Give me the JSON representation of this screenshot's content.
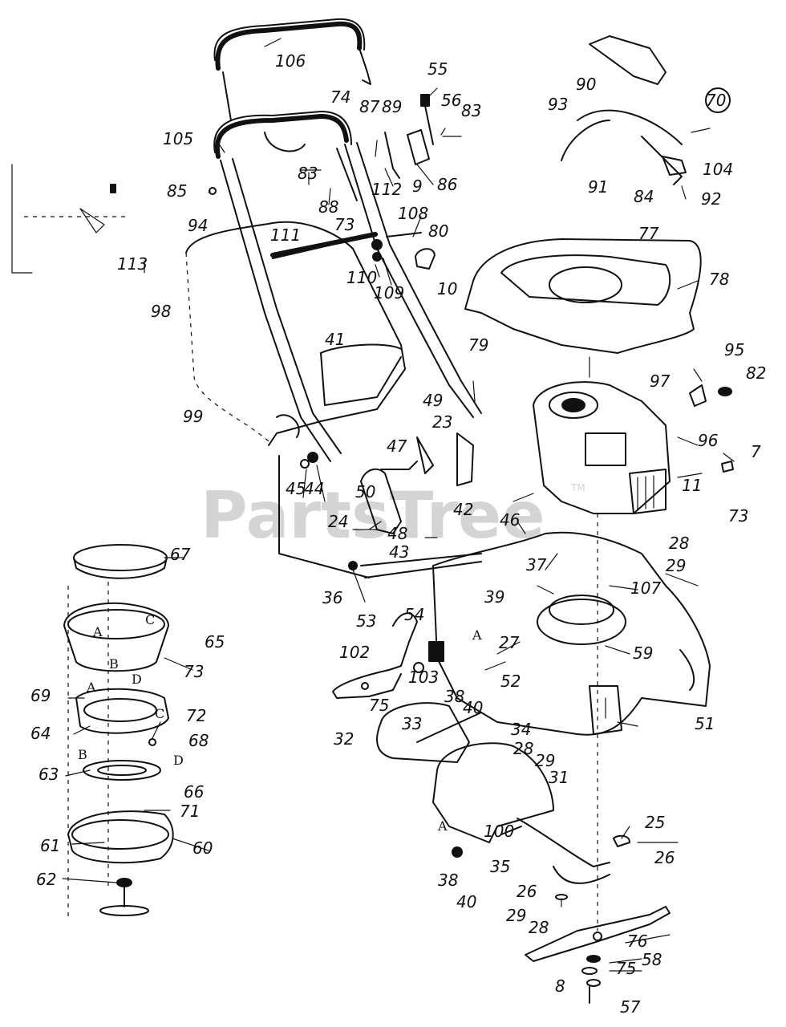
{
  "watermark": {
    "text": "PartsTree",
    "trademark": "TM"
  },
  "callout_circled": "70",
  "part_numbers": [
    "106",
    "105",
    "74",
    "87",
    "89",
    "55",
    "56",
    "83",
    "85",
    "94",
    "83",
    "88",
    "73",
    "112",
    "9",
    "86",
    "113",
    "111",
    "108",
    "80",
    "110",
    "109",
    "98",
    "10",
    "41",
    "90",
    "93",
    "91",
    "84",
    "92",
    "104",
    "77",
    "78",
    "95",
    "82",
    "97",
    "96",
    "7",
    "11",
    "79",
    "49",
    "23",
    "47",
    "99",
    "45",
    "44",
    "50",
    "42",
    "24",
    "48",
    "43",
    "46",
    "37",
    "39",
    "36",
    "67",
    "65",
    "73",
    "53",
    "54",
    "102",
    "103",
    "75",
    "27",
    "52",
    "59",
    "107",
    "28",
    "29",
    "73",
    "38",
    "40",
    "51",
    "69",
    "64",
    "72",
    "68",
    "63",
    "66",
    "71",
    "61",
    "60",
    "62",
    "32",
    "33",
    "34",
    "28",
    "29",
    "31",
    "100",
    "35",
    "38",
    "40",
    "25",
    "26",
    "26",
    "29",
    "28",
    "76",
    "58",
    "75",
    "8",
    "57"
  ],
  "assembly_marks": [
    "A",
    "B",
    "C",
    "D",
    "A",
    "B",
    "C",
    "D",
    "A",
    "A"
  ]
}
